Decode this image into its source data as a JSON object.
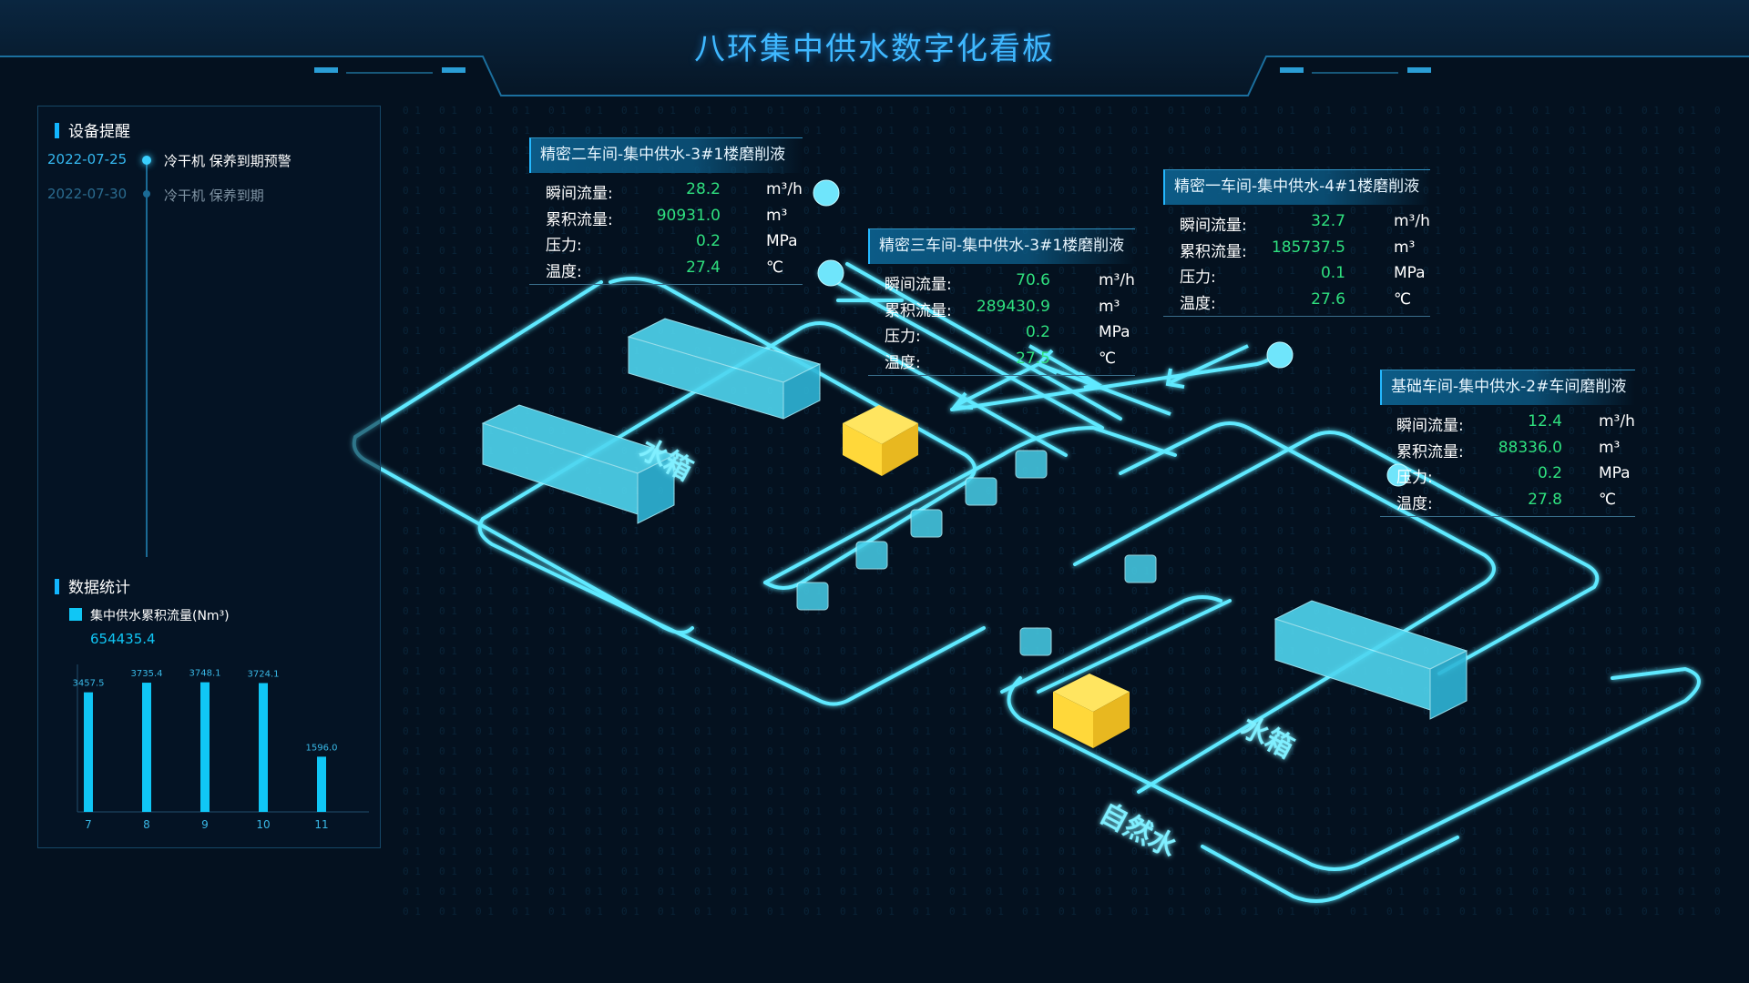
{
  "header": {
    "title": "八环集中供水数字化看板"
  },
  "alerts": {
    "title": "设备提醒",
    "items": [
      {
        "date": "2022-07-25",
        "text": "冷干机 保养到期预警"
      },
      {
        "date": "2022-07-30",
        "text": "冷干机 保养到期"
      }
    ]
  },
  "stats": {
    "title": "数据统计",
    "legend": "集中供水累积流量(Nm³)",
    "total": "654435.4"
  },
  "chart_data": {
    "type": "bar",
    "categories": [
      "7",
      "8",
      "9",
      "10",
      "11"
    ],
    "values": [
      3457.5,
      3735.4,
      3748.1,
      3724.1,
      1596.0
    ],
    "value_labels": [
      "3457.5",
      "3735.4",
      "3748.1",
      "3724.1",
      "1596.0"
    ],
    "series": [
      {
        "name": "集中供水累积流量(Nm³)",
        "values": [
          3457.5,
          3735.4,
          3748.1,
          3724.1,
          1596.0
        ]
      }
    ],
    "ylim": [
      0,
      4000
    ],
    "color": "#10c6f5"
  },
  "scene": {
    "labels": {
      "tank_a": "水箱",
      "tank_b": "水箱",
      "natural_water": "自然水"
    }
  },
  "cards": [
    {
      "title": "精密二车间-集中供水-3#1楼磨削液",
      "rows": [
        {
          "label": "瞬间流量:",
          "value": "28.2",
          "unit": "m³/h"
        },
        {
          "label": "累积流量:",
          "value": "90931.0",
          "unit": "m³"
        },
        {
          "label": "压力:",
          "value": "0.2",
          "unit": "MPa"
        },
        {
          "label": "温度:",
          "value": "27.4",
          "unit": "℃"
        }
      ]
    },
    {
      "title": "精密三车间-集中供水-3#1楼磨削液",
      "rows": [
        {
          "label": "瞬间流量:",
          "value": "70.6",
          "unit": "m³/h"
        },
        {
          "label": "累积流量:",
          "value": "289430.9",
          "unit": "m³"
        },
        {
          "label": "压力:",
          "value": "0.2",
          "unit": "MPa"
        },
        {
          "label": "温度:",
          "value": "27.5",
          "unit": "℃"
        }
      ]
    },
    {
      "title": "精密一车间-集中供水-4#1楼磨削液",
      "rows": [
        {
          "label": "瞬间流量:",
          "value": "32.7",
          "unit": "m³/h"
        },
        {
          "label": "累积流量:",
          "value": "185737.5",
          "unit": "m³"
        },
        {
          "label": "压力:",
          "value": "0.1",
          "unit": "MPa"
        },
        {
          "label": "温度:",
          "value": "27.6",
          "unit": "℃"
        }
      ]
    },
    {
      "title": "基础车间-集中供水-2#车间磨削液",
      "rows": [
        {
          "label": "瞬间流量:",
          "value": "12.4",
          "unit": "m³/h"
        },
        {
          "label": "累积流量:",
          "value": "88336.0",
          "unit": "m³"
        },
        {
          "label": "压力:",
          "value": "0.2",
          "unit": "MPa"
        },
        {
          "label": "温度:",
          "value": "27.8",
          "unit": "℃"
        }
      ]
    }
  ],
  "colors": {
    "accent": "#12b6ff",
    "pipe": "#5fe9ff",
    "value": "#2fe07f",
    "tank": "#ffd83a"
  }
}
